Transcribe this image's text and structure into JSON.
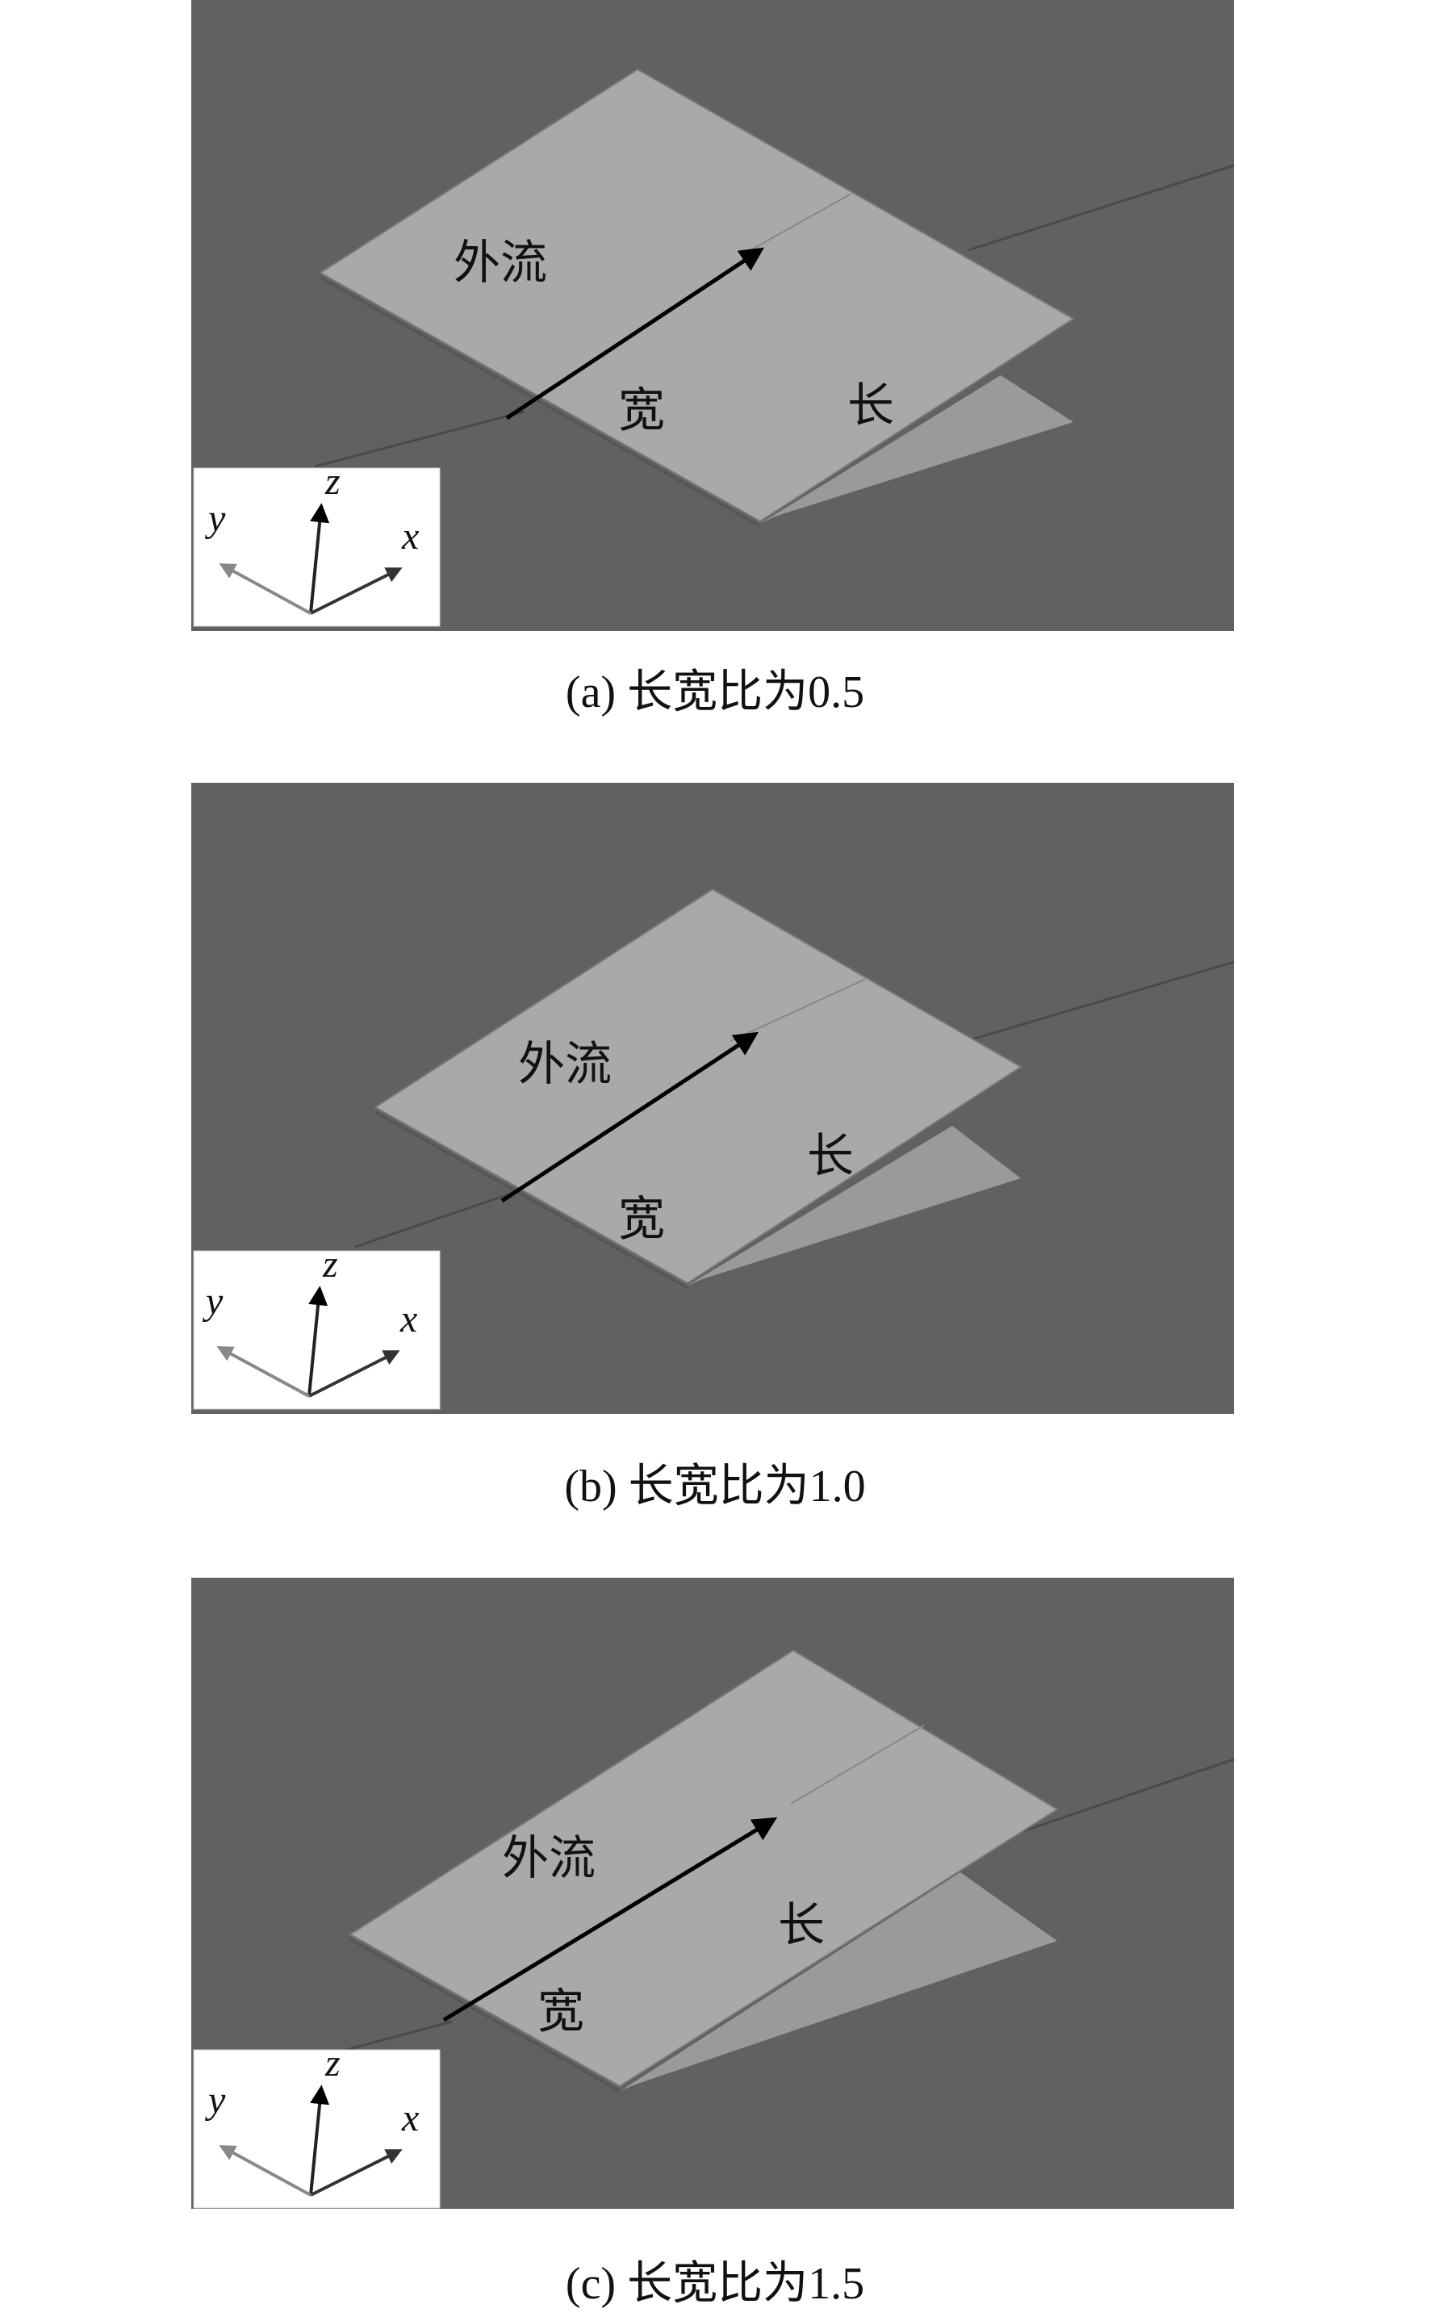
{
  "panels": [
    {
      "id": "a",
      "labels": {
        "flow": "外流",
        "width": "宽",
        "length": "长"
      },
      "axes": {
        "x": "x",
        "y": "y",
        "z": "z"
      },
      "caption": "(a) 长宽比为0.5"
    },
    {
      "id": "b",
      "labels": {
        "flow": "外流",
        "width": "宽",
        "length": "长"
      },
      "axes": {
        "x": "x",
        "y": "y",
        "z": "z"
      },
      "caption": "(b) 长宽比为1.0"
    },
    {
      "id": "c",
      "labels": {
        "flow": "外流",
        "width": "宽",
        "length": "长"
      },
      "axes": {
        "x": "x",
        "y": "y",
        "z": "z"
      },
      "caption": "(c) 长宽比为1.5"
    }
  ],
  "colors": {
    "background": "#616161",
    "surface": "#a9a9a9",
    "surface_lower": "#9a9a9a",
    "edge": "#4a4a4a",
    "arrow": "#000000",
    "y_axis": "#888888"
  }
}
